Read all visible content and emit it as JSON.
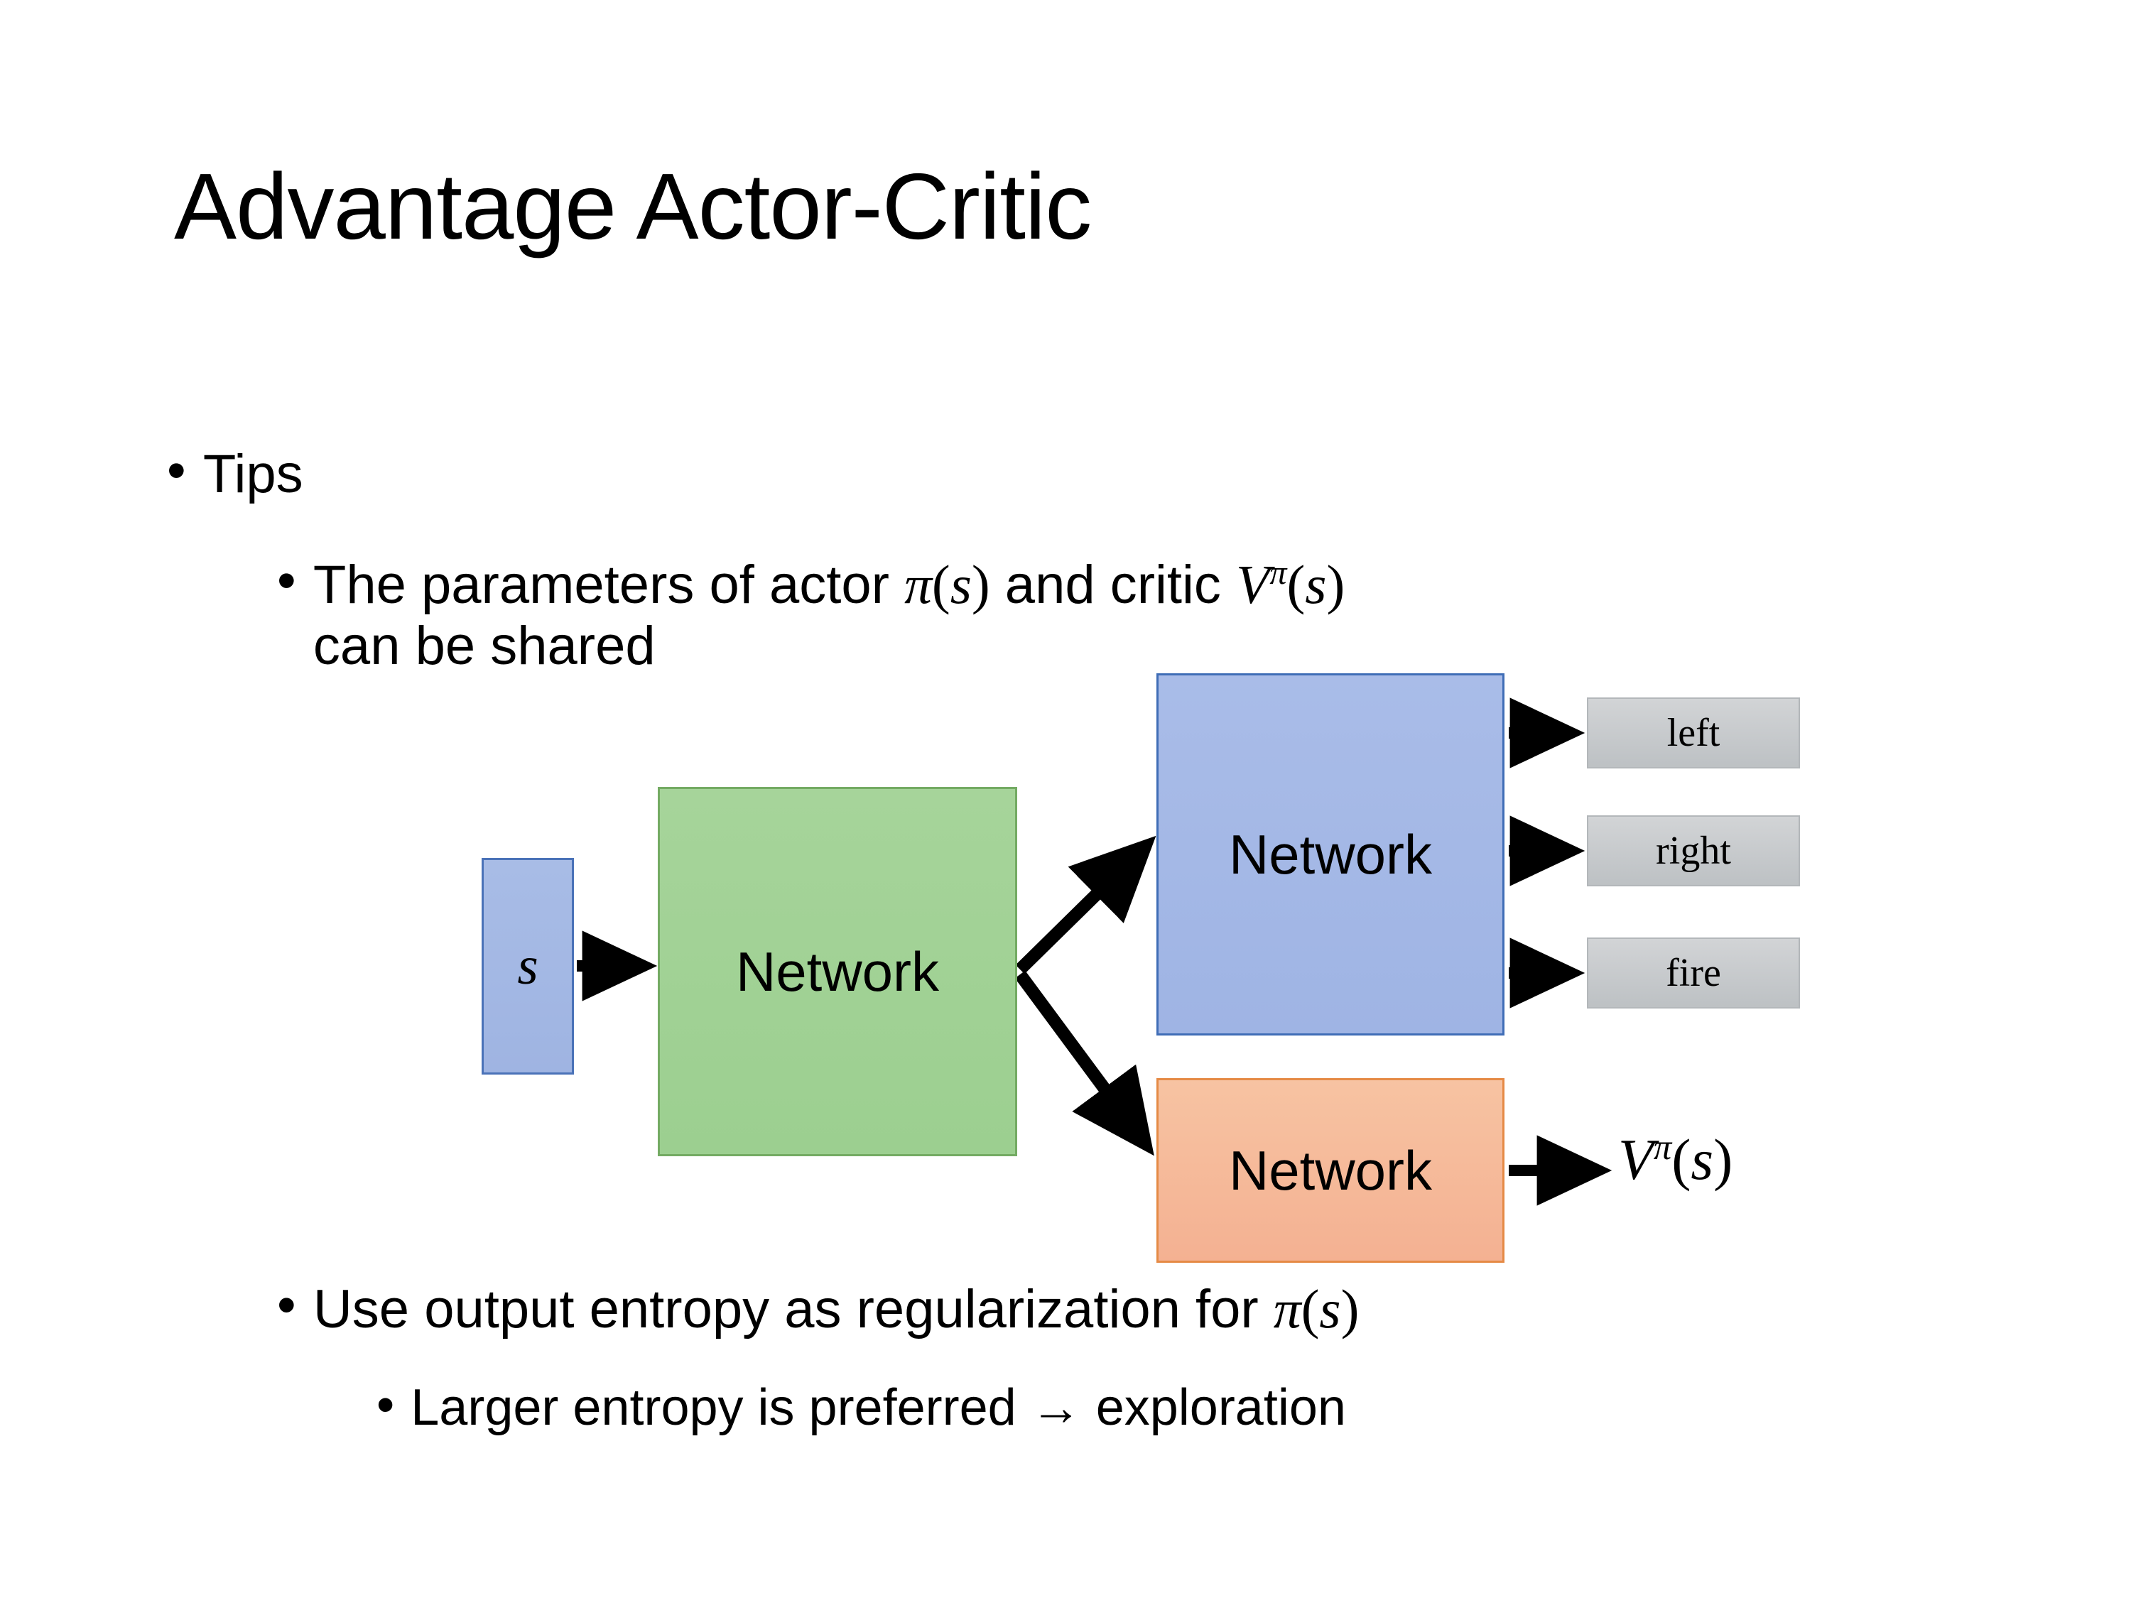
{
  "slide": {
    "title": "Advantage Actor-Critic",
    "background_color": "#ffffff",
    "text_color": "#000000"
  },
  "bullets": [
    {
      "id": "tips",
      "level": 1,
      "marker": "•",
      "text": "Tips"
    },
    {
      "id": "shared",
      "level": 2,
      "marker": "•",
      "text_parts": {
        "lead": "The parameters of actor ",
        "math_pi": "π(s)",
        "mid": "  and critic ",
        "math_v": "Vπ(s)",
        "line2": "can be shared"
      },
      "plain_text": "The parameters of actor π(s)  and critic Vπ(s) can be shared"
    },
    {
      "id": "entropy",
      "level": 2,
      "marker": "•",
      "text_parts": {
        "lead": "Use output entropy as regularization for ",
        "math_pi": "π(s)"
      },
      "plain_text": "Use output entropy as regularization for π(s)"
    },
    {
      "id": "exploration",
      "level": 3,
      "marker": "•",
      "text": "Larger entropy is preferred → exploration"
    }
  ],
  "diagram": {
    "input": {
      "label": "s",
      "fill": "#a3b7e4",
      "border": "#4a72b8"
    },
    "shared_network": {
      "label": "Network",
      "fill": "#a1d195",
      "border": "#74ab63"
    },
    "actor_network": {
      "label": "Network",
      "fill": "#a3b7e6",
      "border": "#3f6db6"
    },
    "critic_network": {
      "label": "Network",
      "fill": "#f5ba9a",
      "border": "#e58a45"
    },
    "action_outputs": [
      {
        "label": "left",
        "fill": "#c6c9cc",
        "border": "#b3b7ba"
      },
      {
        "label": "right",
        "fill": "#c6c9cc",
        "border": "#b3b7ba"
      },
      {
        "label": "fire",
        "fill": "#c6c9cc",
        "border": "#b3b7ba"
      }
    ],
    "value_output": {
      "base": "V",
      "superscript": "π",
      "argument": "(s)",
      "full": "Vπ(s)"
    },
    "arrow_color": "#000000",
    "arrows": [
      {
        "name": "s-to-shared-network"
      },
      {
        "name": "shared-network-to-actor-network"
      },
      {
        "name": "shared-network-to-critic-network"
      },
      {
        "name": "actor-network-to-left"
      },
      {
        "name": "actor-network-to-right"
      },
      {
        "name": "actor-network-to-fire"
      },
      {
        "name": "critic-network-to-value"
      }
    ]
  }
}
